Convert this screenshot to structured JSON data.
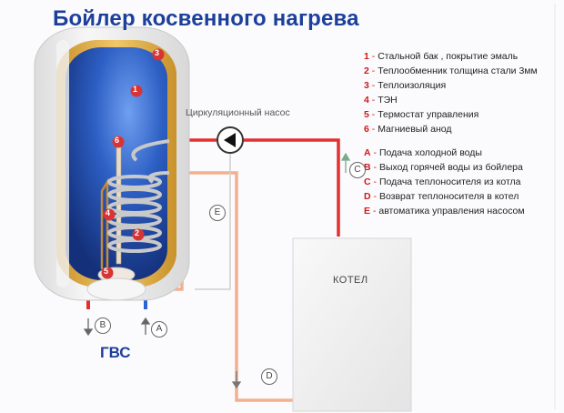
{
  "title": "Бойлер косвенного нагрева",
  "legend_parts": [
    {
      "key": "1",
      "text": "Стальной бак , покрытие эмаль"
    },
    {
      "key": "2",
      "text": "Теплообменник толщина стали 3мм"
    },
    {
      "key": "3",
      "text": "Теплоизоляция"
    },
    {
      "key": "4",
      "text": "ТЭН"
    },
    {
      "key": "5",
      "text": "Термостат управления"
    },
    {
      "key": "6",
      "text": "Магниевый анод"
    }
  ],
  "legend_flows": [
    {
      "key": "A",
      "text": "Подача холодной воды"
    },
    {
      "key": "B",
      "text": "Выход горячей воды из бойлера"
    },
    {
      "key": "C",
      "text": "Подача теплоносителя из котла"
    },
    {
      "key": "D",
      "text": "Возврат теплоносителя в котел"
    },
    {
      "key": "E",
      "text": "автоматика управления насосом"
    }
  ],
  "pump_label": "Циркуляционный насос",
  "boiler_label": "КОТЕЛ",
  "gvs_label": "ГВС",
  "part_markers": [
    "1",
    "2",
    "3",
    "4",
    "5",
    "6"
  ],
  "flow_markers": {
    "a": "A",
    "b": "B",
    "c": "C",
    "d": "D",
    "e": "E"
  },
  "colors": {
    "title": "#1c3f9a",
    "hot_line": "#e23030",
    "return_line": "#f2b090",
    "cold_line": "#2a63d6",
    "tank_blue": "#1f4fb0",
    "insulation": "#d9a63a",
    "shell": "#eeeeee"
  }
}
